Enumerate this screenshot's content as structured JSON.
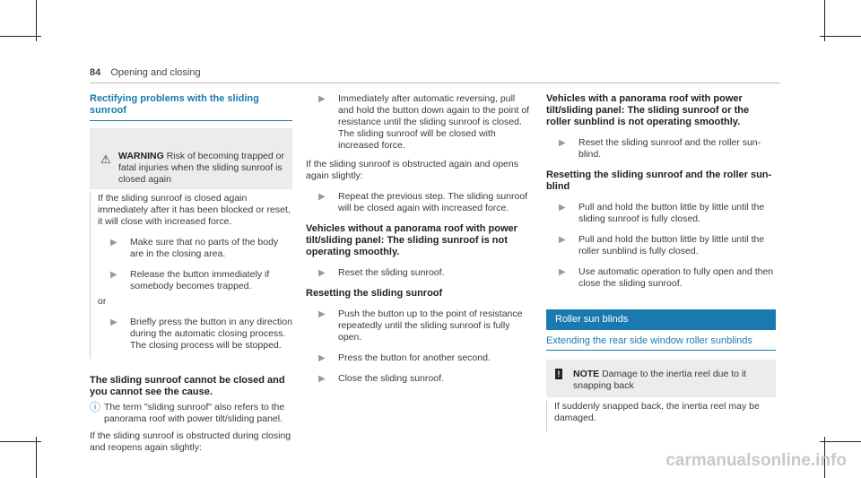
{
  "header": {
    "page_number": "84",
    "section": "Opening and closing"
  },
  "col1": {
    "title": "Rectifying problems with the sliding sunroof",
    "warning_label": "WARNING",
    "warning_text": "Risk of becoming trapped or fatal injuries when the sliding sunroof is closed again",
    "warning_para": "If the sliding sunroof is closed again immediately after it has been blocked or reset, it will close with increased force.",
    "step1": "Make sure that no parts of the body are in the closing area.",
    "step2": "Release the button immediately if some­body becomes trapped.",
    "or": "or",
    "step3": "Briefly press the button in any direction during the automatic closing process. The closing process will be stopped.",
    "heading2": "The sliding sunroof cannot be closed and you can­not see the cause.",
    "note": "The term \"sliding sunroof\" also refers to the panorama roof with power tilt/sliding panel.",
    "para2": "If the sliding sunroof is obstructed during closing and reopens again slightly:"
  },
  "col2": {
    "step1": "Immediately after automatic reversing, pull and hold the button down again to the point of resistance until the sliding sunroof is closed. The sliding sunroof will be closed with increased force.",
    "para1": "If the sliding sunroof is obstructed again and opens again slightly:",
    "step2": "Repeat the previous step. The sliding sunroof will be closed again with increased force.",
    "heading1": "Vehicles without a panorama roof with power tilt/sliding panel: The sliding sunroof is not operating smoothly.",
    "step3": "Reset the sliding sunroof.",
    "heading2": "Resetting the sliding sunroof",
    "step4": "Push the button up to the point of resist­ance repeatedly until the sliding sunroof is fully open.",
    "step5": "Press the button for another second.",
    "step6": "Close the sliding sunroof."
  },
  "col3": {
    "heading1": "Vehicles with a panorama roof with power tilt/sliding panel: The sliding sunroof or the roller sun­blind is not operating smoothly.",
    "step1": "Reset the sliding sunroof and the roller sun­blind.",
    "heading2": "Resetting the sliding sunroof and the roller sun­blind",
    "step2": "Pull and hold the button little by little until the sliding sunroof is fully closed.",
    "step3": "Pull and hold the button little by little until the roller sunblind is fully closed.",
    "step4": "Use automatic operation to fully open and then close the sliding sunroof.",
    "bar_title": "Roller sun blinds",
    "sub_title": "Extending the rear side window roller sunblinds",
    "notice_label": "NOTE",
    "notice_text": "Damage to the inertia reel due to it snapping back",
    "notice_para": "If suddenly snapped back, the inertia reel may be damaged."
  },
  "watermark": "carmanualsonline.info"
}
